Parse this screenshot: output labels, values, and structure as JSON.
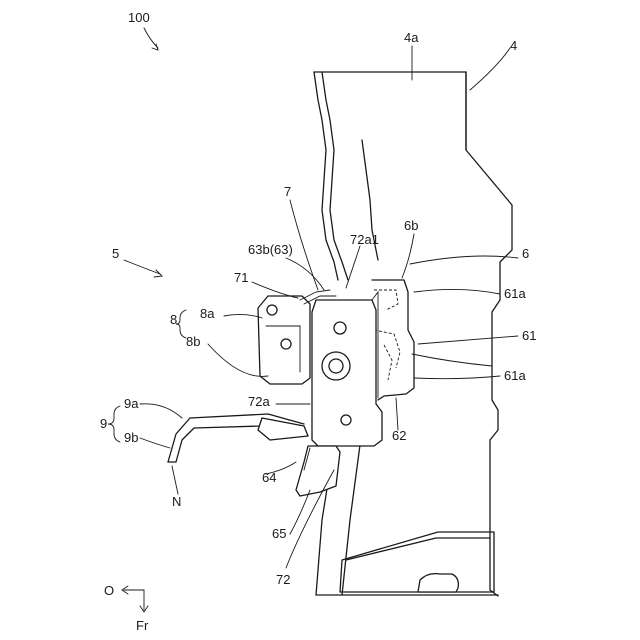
{
  "labels": {
    "assembly": "100",
    "pillar": "4",
    "pillar_part": "4a",
    "door_unit": "5",
    "bracket": "6",
    "bracket_top": "6b",
    "bracket_face": "61",
    "bracket_face_a_upper": "61a",
    "bracket_face_a_lower": "61a",
    "bracket_edge": "62",
    "flange": "63b(63)",
    "flange_lower": "64",
    "plate_bottom": "65",
    "hinge": "7",
    "hinge_pin": "71",
    "hinge_arm_top": "72a1",
    "hinge_arm": "72a",
    "hinge_body": "72",
    "hinge_group": "8",
    "hinge_part_a": "8a",
    "hinge_part_b": "8b",
    "handle_group": "9",
    "handle_a": "9a",
    "handle_b": "9b",
    "handle_tip": "N",
    "axis_out": "O",
    "axis_front": "Fr"
  }
}
